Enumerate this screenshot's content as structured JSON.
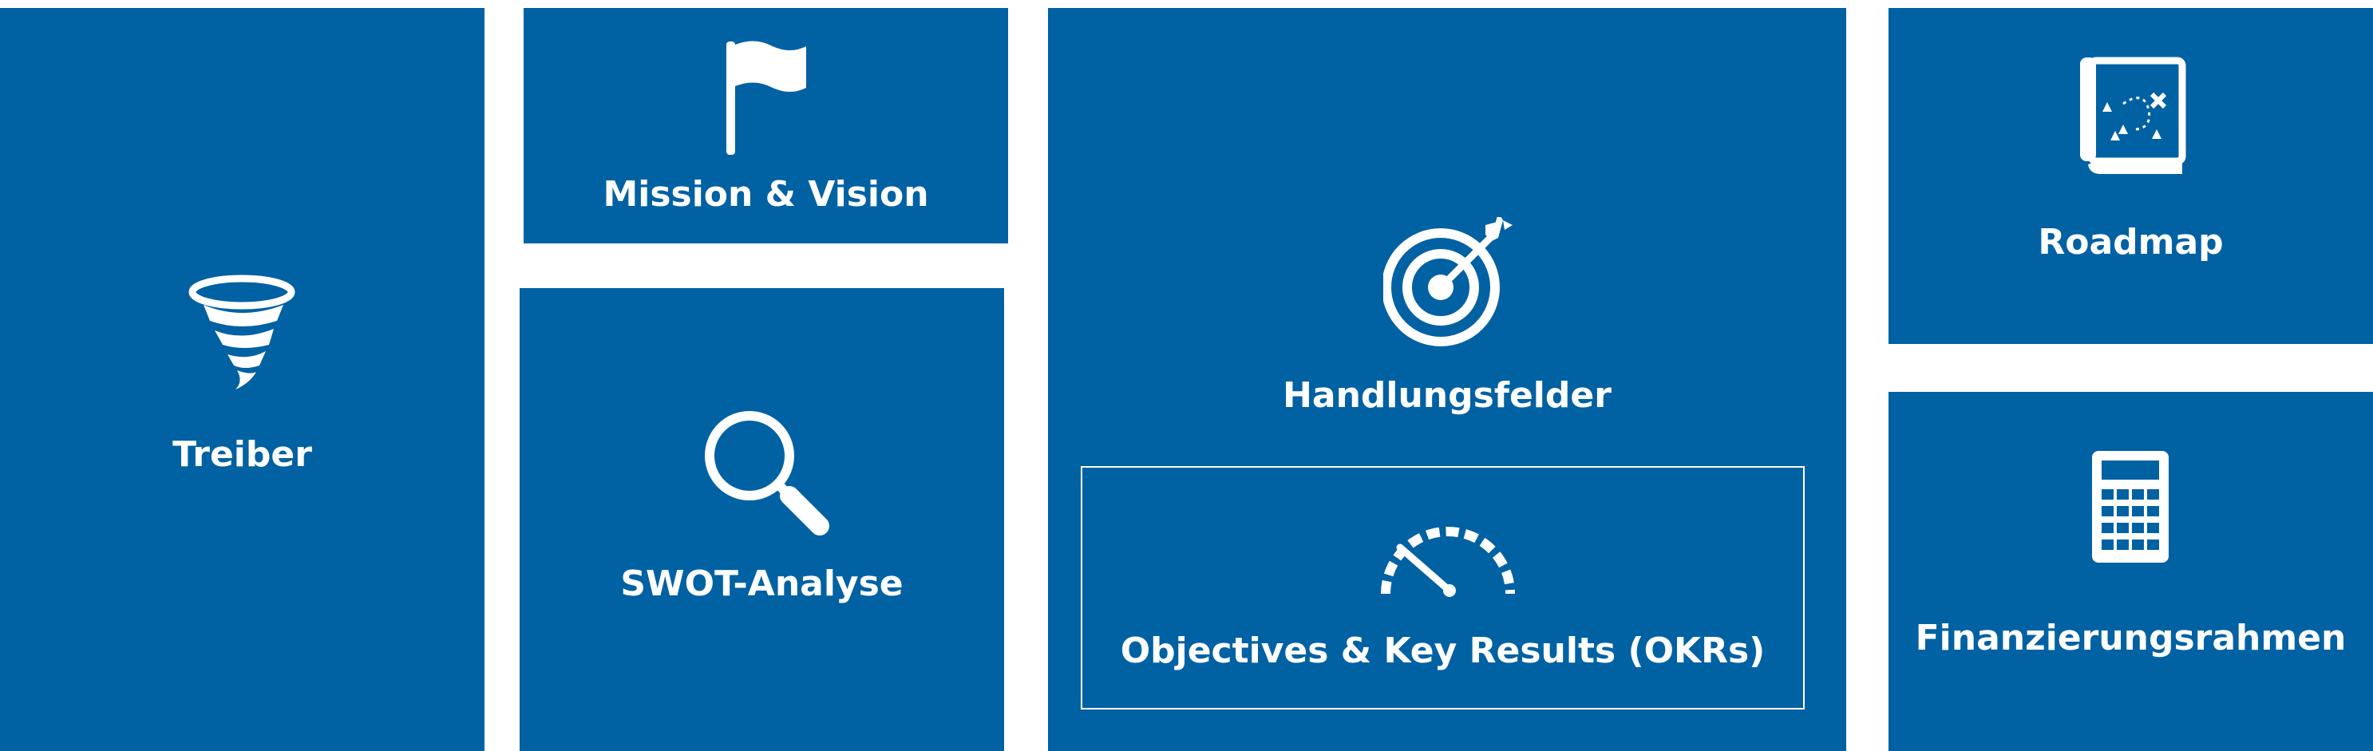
{
  "accent_color": "#0061a3",
  "tiles": {
    "treiber": {
      "label": "Treiber",
      "icon": "tornado-icon"
    },
    "mission": {
      "label": "Mission & Vision",
      "icon": "flag-icon"
    },
    "swot": {
      "label": "SWOT-Analyse",
      "icon": "magnifier-icon"
    },
    "handlungsfelder": {
      "label": "Handlungsfelder",
      "icon": "target-arrow-icon"
    },
    "okr": {
      "label": "Objectives & Key Results (OKRs)",
      "icon": "speedometer-icon"
    },
    "roadmap": {
      "label": "Roadmap",
      "icon": "treasure-map-icon"
    },
    "finanzierung": {
      "label": "Finanzierungsrahmen",
      "icon": "calculator-icon"
    }
  }
}
